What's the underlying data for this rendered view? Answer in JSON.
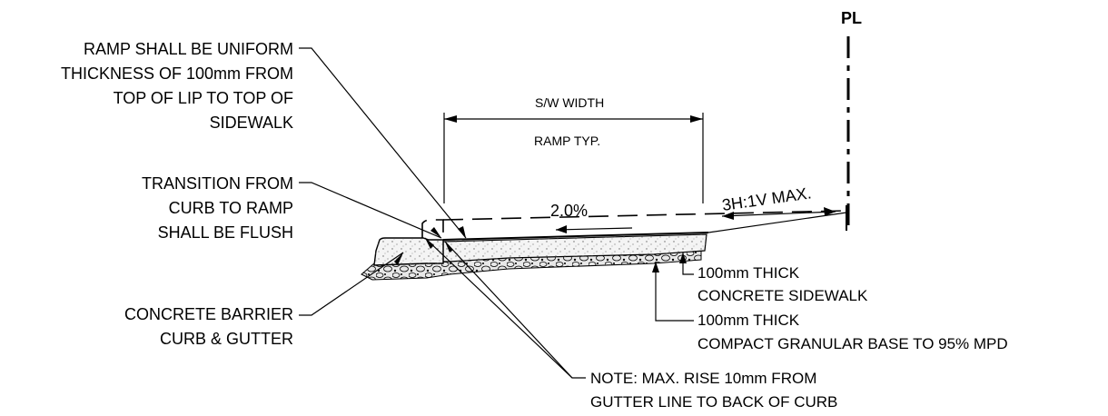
{
  "diagram": {
    "property_line_symbol": "PL",
    "dimension": {
      "top": "S/W WIDTH",
      "bottom": "RAMP TYP."
    },
    "slope_label": "2.0%",
    "max_slope_label": "3H:1V MAX.",
    "callouts": {
      "ramp_thickness": [
        "RAMP SHALL BE UNIFORM",
        "THICKNESS OF 100mm FROM",
        "TOP OF LIP TO TOP OF",
        "SIDEWALK"
      ],
      "transition": [
        "TRANSITION FROM",
        "CURB TO RAMP",
        "SHALL BE FLUSH"
      ],
      "curb": [
        "CONCRETE BARRIER",
        "CURB & GUTTER"
      ],
      "sidewalk": [
        "100mm THICK",
        "CONCRETE SIDEWALK"
      ],
      "base": [
        "100mm THICK",
        "COMPACT GRANULAR BASE TO 95% MPD"
      ],
      "note": [
        "NOTE: MAX. RISE 10mm FROM",
        "GUTTER LINE TO BACK OF CURB"
      ]
    }
  }
}
